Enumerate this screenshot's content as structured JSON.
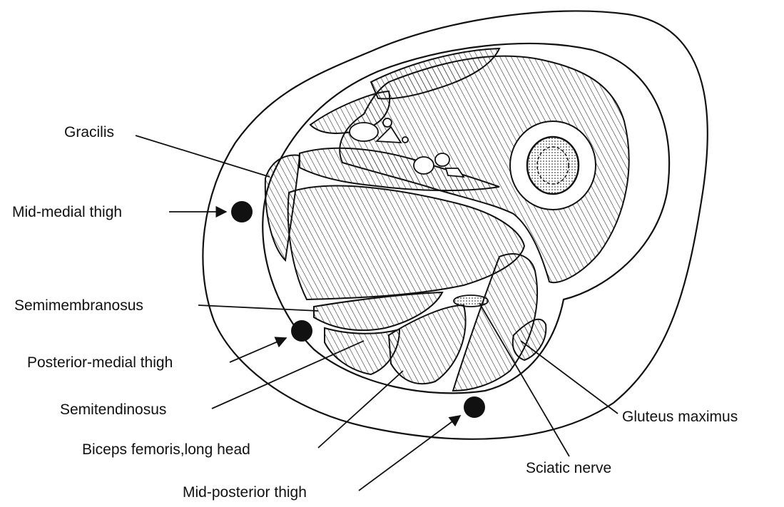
{
  "labels": {
    "gracilis": "Gracilis",
    "mid_medial_thigh": "Mid-medial thigh",
    "semimembranosus": "Semimembranosus",
    "posterior_medial_thigh": "Posterior-medial thigh",
    "semitendinosus": "Semitendinosus",
    "biceps_femoris": "Biceps femoris,long head",
    "mid_posterior_thigh": "Mid-posterior thigh",
    "sciatic_nerve": "Sciatic nerve",
    "gluteus_maximus": "Gluteus maximus"
  },
  "colors": {
    "ink": "#111111",
    "background": "#ffffff"
  }
}
